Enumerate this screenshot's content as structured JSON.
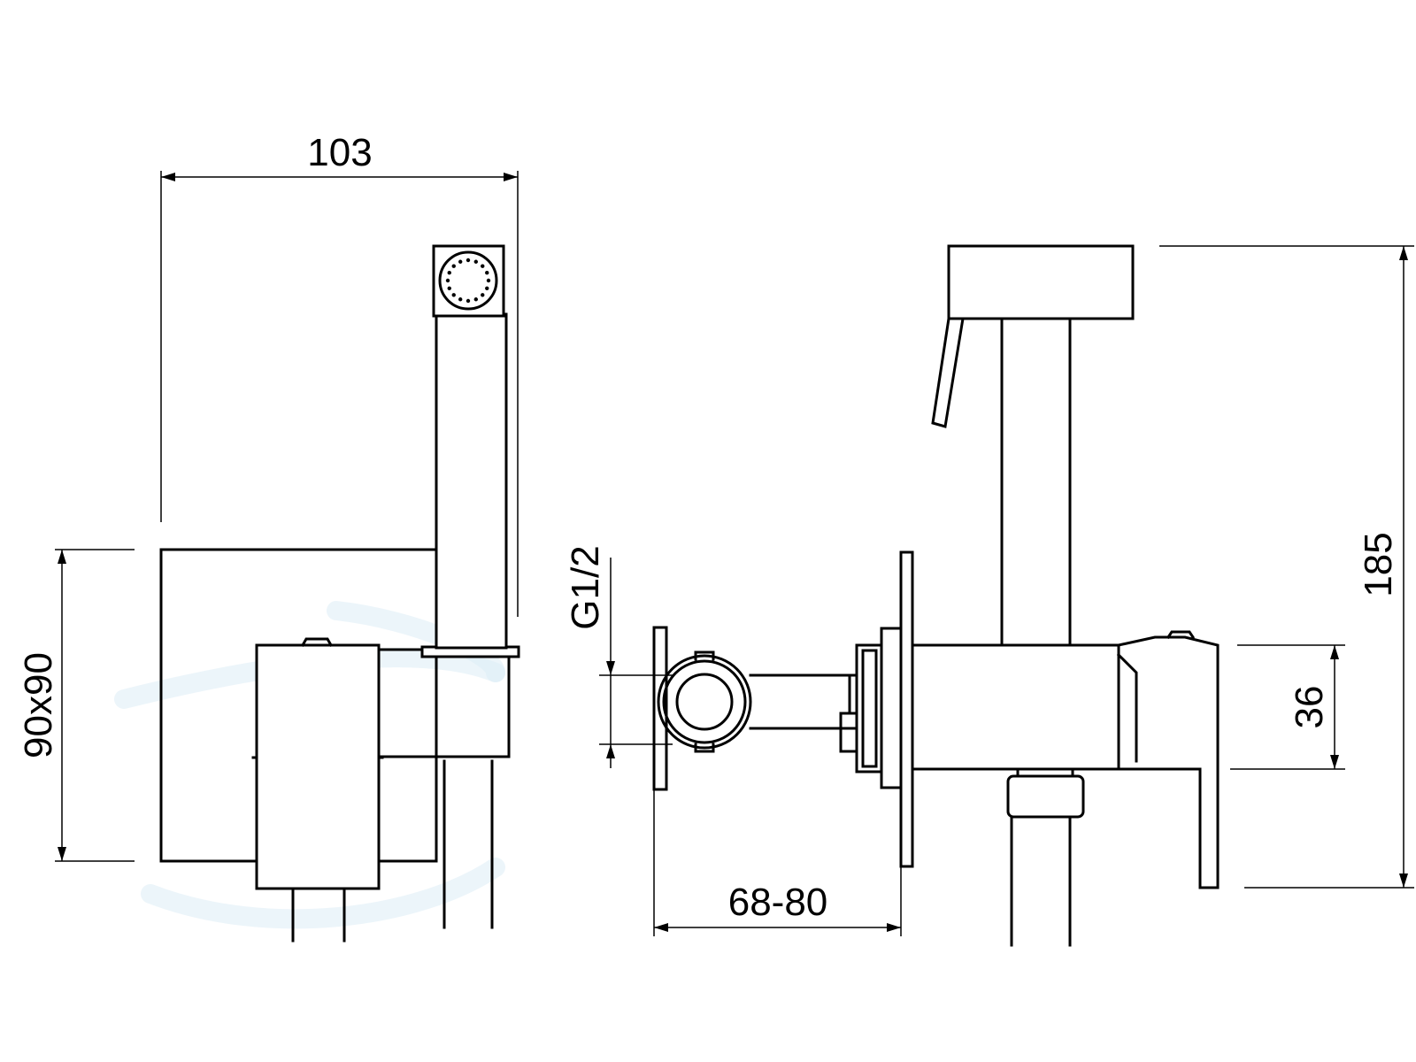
{
  "dimensions": {
    "width_top": "103",
    "square_plate": "90x90",
    "thread": "G1/2",
    "wall_depth": "68-80",
    "overall_height": "185",
    "mixer_height": "36"
  },
  "colors": {
    "line": "#000000",
    "background": "#ffffff",
    "watermark": "#dcecf5"
  }
}
